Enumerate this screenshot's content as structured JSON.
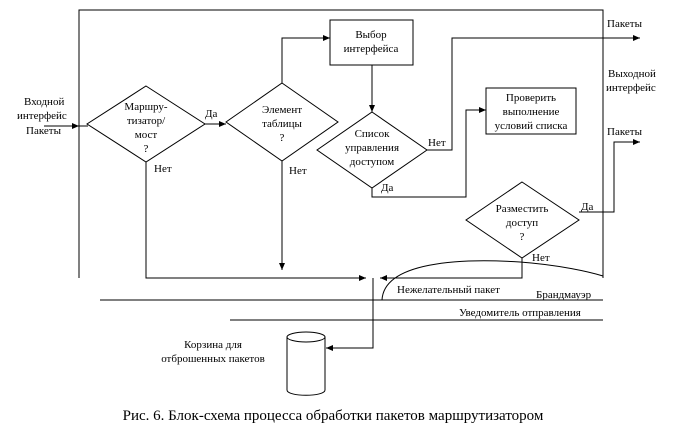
{
  "input": {
    "line1": "Входной",
    "line2": "интерфейс",
    "line3": "Пакеты"
  },
  "decision_router": {
    "line1": "Маршру-",
    "line2": "тизатор/",
    "line3": "мост",
    "line4": "?"
  },
  "decision_table": {
    "line1": "Элемент",
    "line2": "таблицы",
    "line3": "?"
  },
  "box_select": {
    "line1": "Выбор",
    "line2": "интерфейса"
  },
  "decision_acl": {
    "line1": "Список",
    "line2": "управления",
    "line3": "доступом"
  },
  "box_verify": {
    "line1": "Проверить",
    "line2": "выполнение",
    "line3": "условий списка"
  },
  "decision_place": {
    "line1": "Разместить",
    "line2": "доступ",
    "line3": "?"
  },
  "edge_labels": {
    "yes": "Да",
    "no": "Нет"
  },
  "output": {
    "packets_top": "Пакеты",
    "interface_line1": "Выходной",
    "interface_line2": "интерфейс",
    "packets_mid": "Пакеты"
  },
  "unwanted_packet": "Нежелательный пакет",
  "firewall": "Брандмауэр",
  "sender_notify": "Уведомитель отправления",
  "bin": {
    "line1": "Корзина для",
    "line2": "отброшенных пакетов"
  },
  "caption": "Рис. 6. Блок-схема процесса обработки пакетов маршрутизатором"
}
